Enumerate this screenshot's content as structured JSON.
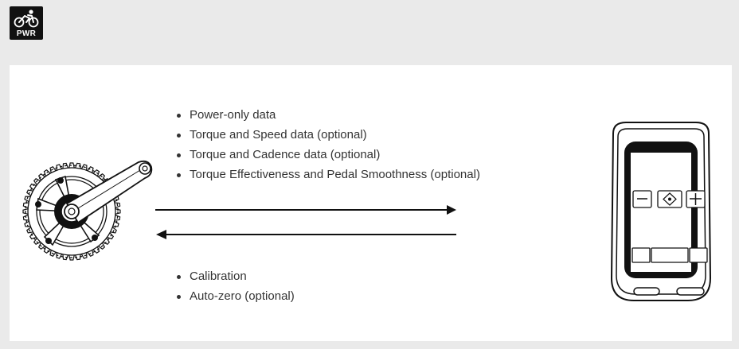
{
  "logo": {
    "text": "PWR",
    "icon": "cyclist-icon"
  },
  "outgoing": {
    "items": [
      "Power-only data",
      "Torque and Speed data (optional)",
      "Torque and Cadence data (optional)",
      "Torque Effectiveness and Pedal Smoothness (optional)"
    ]
  },
  "incoming": {
    "items": [
      "Calibration",
      "Auto-zero (optional)"
    ]
  },
  "icons": {
    "sensor": "crankset-power-meter-icon",
    "display": "bike-computer-icon",
    "arrow_right": "arrow-right-icon",
    "arrow_left": "arrow-left-icon"
  }
}
